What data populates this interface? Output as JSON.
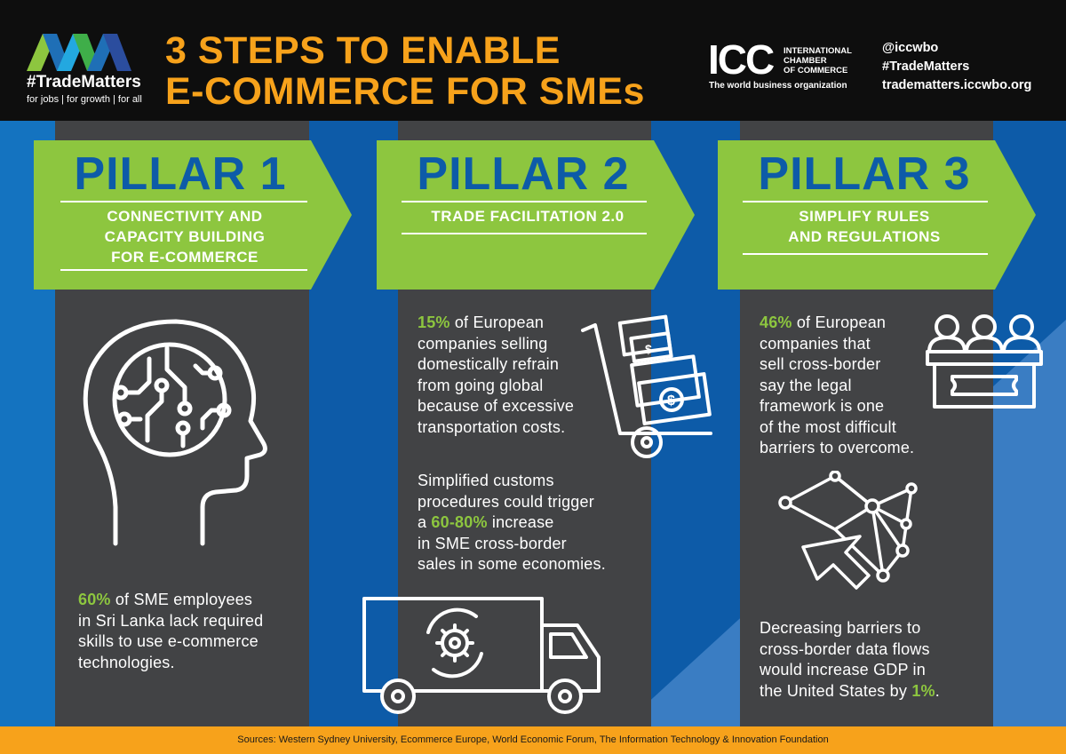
{
  "header": {
    "title_line1": "3 STEPS TO ENABLE",
    "title_line2": "E-COMMERCE FOR SMEs",
    "trade_matters_hashtag": "#TradeMatters",
    "trade_matters_tagline": "for jobs | for growth | for all",
    "icc_letters": "ICC",
    "icc_name_line1": "INTERNATIONAL",
    "icc_name_line2": "CHAMBER",
    "icc_name_line3": "OF COMMERCE",
    "icc_tagline": "The world business organization",
    "social_handle": "@iccwbo",
    "social_hashtag": "#TradeMatters",
    "social_url": "tradematters.iccwbo.org"
  },
  "pillars": [
    {
      "number": "PILLAR 1",
      "subtitle_lines": [
        "CONNECTIVITY AND",
        "CAPACITY BUILDING",
        "FOR E-COMMERCE"
      ],
      "stat_highlight": "60%",
      "stat_text_lines": [
        " of SME employees",
        "in Sri Lanka lack required",
        "skills to use e-commerce",
        "technologies."
      ]
    },
    {
      "number": "PILLAR 2",
      "subtitle_lines": [
        "TRADE FACILITATION 2.0"
      ],
      "stat1_highlight": "15%",
      "stat1_text_lines": [
        " of European",
        "companies selling",
        "domestically refrain",
        "from going global",
        "because of excessive",
        "transportation costs."
      ],
      "stat2_line1": "Simplified customs",
      "stat2_line2": "procedures could trigger",
      "stat2_line3_pre": "a ",
      "stat2_highlight": "60-80%",
      "stat2_line3_post": " increase",
      "stat2_line4": "in SME cross-border",
      "stat2_line5": "sales in some economies."
    },
    {
      "number": "PILLAR 3",
      "subtitle_lines": [
        "SIMPLIFY RULES",
        "AND REGULATIONS"
      ],
      "stat1_highlight": "46%",
      "stat1_text_lines": [
        " of European",
        "companies that",
        "sell cross-border",
        "say the legal",
        "framework is one",
        "of the most difficult",
        "barriers to overcome."
      ],
      "stat2_line1": "Decreasing barriers to",
      "stat2_line2": "cross-border data flows",
      "stat2_line3": "would increase GDP in",
      "stat2_line4_pre": "the United States by ",
      "stat2_highlight": "1%",
      "stat2_line4_post": "."
    }
  ],
  "footer": {
    "sources": "Sources: Western Sydney University, Ecommerce Europe, World Economic Forum, The Information Technology & Innovation Foundation"
  },
  "icons": [
    "trade-matters-logo",
    "icc-logo",
    "head-circuit-icon",
    "hand-truck-money-icon",
    "delivery-truck-gear-icon",
    "panel-podium-icon",
    "network-cursor-icon"
  ],
  "colors": {
    "orange": "#f7a21b",
    "green": "#8dc63f",
    "blue": "#0d5ba8",
    "dark_gray": "#424345",
    "black": "#0e0e0e"
  }
}
